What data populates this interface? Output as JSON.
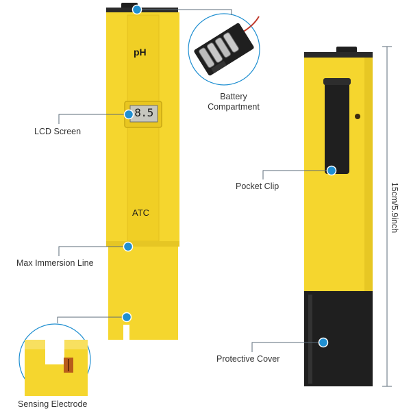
{
  "pen_front": {
    "ph_text": "pH",
    "lcd_value": "8.5",
    "atc_text": "ATC"
  },
  "callouts": {
    "battery": [
      "Battery",
      "Compartment"
    ],
    "lcd": "LCD Screen",
    "immersion": "Max Immersion Line",
    "electrode": "Sensing Electrode",
    "clip": "Pocket Clip",
    "cover": "Protective Cover"
  },
  "dimension": "15cm/5.9inch",
  "colors": {
    "pen_yellow": "#f5d62e",
    "cover_black": "#1f1f1f",
    "callout_blue": "#1f8fd1",
    "line_gray": "#5b6b78"
  }
}
